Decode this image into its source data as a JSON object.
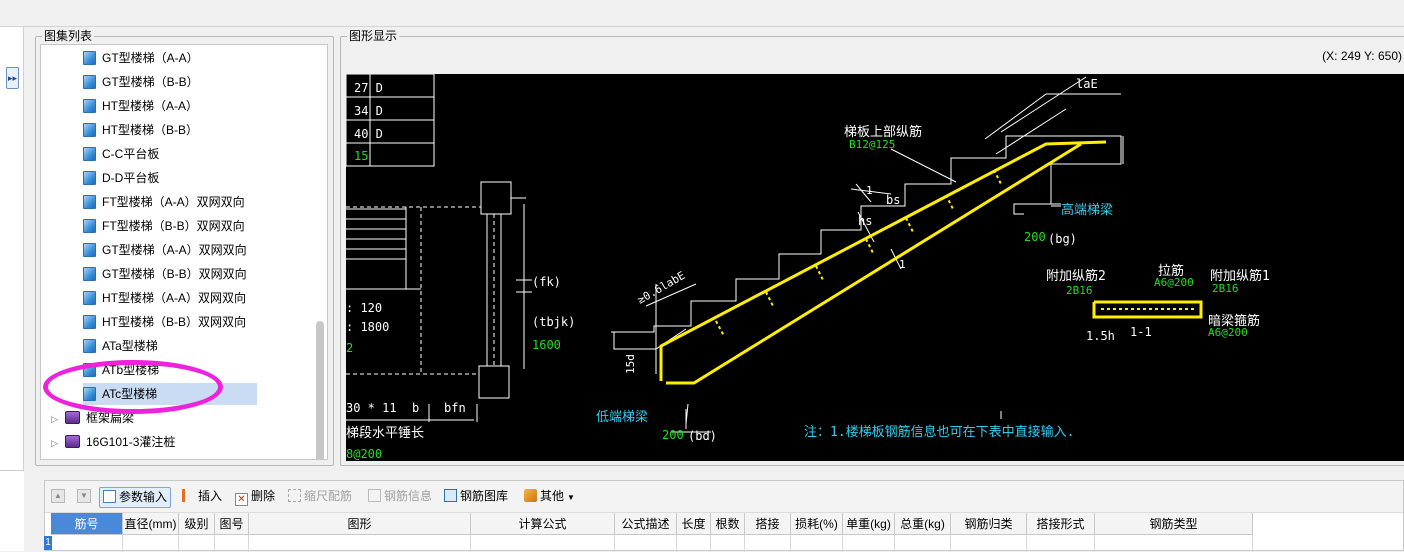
{
  "panels": {
    "atlas_title": "图集列表",
    "display_title": "图形显示"
  },
  "tree": {
    "items": [
      {
        "label": "GT型楼梯（A-A）",
        "type": "leaf"
      },
      {
        "label": "GT型楼梯（B-B）",
        "type": "leaf"
      },
      {
        "label": "HT型楼梯（A-A）",
        "type": "leaf"
      },
      {
        "label": "HT型楼梯（B-B）",
        "type": "leaf"
      },
      {
        "label": "C-C平台板",
        "type": "leaf"
      },
      {
        "label": "D-D平台板",
        "type": "leaf"
      },
      {
        "label": "FT型楼梯（A-A）双网双向",
        "type": "leaf"
      },
      {
        "label": "FT型楼梯（B-B）双网双向",
        "type": "leaf"
      },
      {
        "label": "GT型楼梯（A-A）双网双向",
        "type": "leaf"
      },
      {
        "label": "GT型楼梯（B-B）双网双向",
        "type": "leaf"
      },
      {
        "label": "HT型楼梯（A-A）双网双向",
        "type": "leaf"
      },
      {
        "label": "HT型楼梯（B-B）双网双向",
        "type": "leaf"
      },
      {
        "label": "ATa型楼梯",
        "type": "leaf"
      },
      {
        "label": "ATb型楼梯",
        "type": "leaf"
      },
      {
        "label": "ATc型楼梯",
        "type": "leaf",
        "selected": true
      },
      {
        "label": "框架扁梁",
        "type": "folder"
      },
      {
        "label": "16G101-3灌注桩",
        "type": "folder"
      }
    ]
  },
  "coordinates": "(X: 249 Y: 650)",
  "drawing": {
    "table_rows": [
      "27 D",
      "34 D",
      "40 D",
      "15"
    ],
    "left_values": [
      ": 120",
      ": 1800",
      "2"
    ],
    "left_bottom_a": "30 * 11",
    "left_bottom_b": "b",
    "left_bottom_c": "bfn",
    "left_bottom_text": "梯段水平锤长",
    "left_bottom_green": "8@200",
    "fk": "(fk)",
    "tbjk": "(tbjk)",
    "v1600": "1600",
    "top_rebar_label": "梯板上部纵筋",
    "top_rebar_spec": "B12@125",
    "lae": "laE",
    "high_beam": "高端梯梁",
    "v200bg": "200",
    "bg": "(bg)",
    "low_beam": "低端梯梁",
    "v200bd": "200",
    "bd": "(bd)",
    "bs": "bs",
    "hs": "hs",
    "one_a": "1",
    "one_b": "1",
    "labe": "≥0.6labE",
    "d15": "15d",
    "extra_rebar2": "附加纵筋2",
    "extra_rebar2_spec": "2B16",
    "tie": "拉筋",
    "tie_spec": "A6@200",
    "extra_rebar1": "附加纵筋1",
    "extra_rebar1_spec": "2B16",
    "hidden_stirrup": "暗梁箍筋",
    "hidden_stirrup_spec": "A6@200",
    "h15": "1.5h",
    "section": "1-1",
    "note": "注：1.楼梯板钢筋信息也可在下表中直接输入."
  },
  "toolbar": {
    "param_input": "参数输入",
    "insert": "插入",
    "delete": "删除",
    "scale_rebar": "缩尺配筋",
    "rebar_info": "钢筋信息",
    "rebar_lib": "钢筋图库",
    "other": "其他"
  },
  "grid": {
    "columns": [
      "筋号",
      "直径(mm)",
      "级别",
      "图号",
      "图形",
      "计算公式",
      "公式描述",
      "长度",
      "根数",
      "搭接",
      "损耗(%)",
      "单重(kg)",
      "总重(kg)",
      "钢筋归类",
      "搭接形式",
      "钢筋类型"
    ],
    "row_number": "1"
  },
  "colors": {
    "selection": "#c9dcf3",
    "annotation_circle": "#ee22dd",
    "rebar_yellow": "#ffee00",
    "cad_green": "#22dd22",
    "cad_cyan": "#33ccee",
    "header_blue": "#4a89d8"
  }
}
